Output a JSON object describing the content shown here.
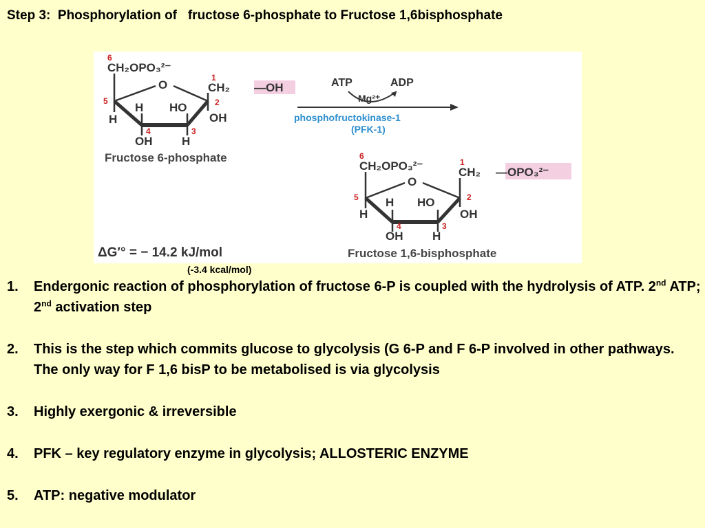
{
  "slide": {
    "title": "Step 3:  Phosphorylation of   fructose 6-phosphate to Fructose 1,6bisphosphate",
    "kcal": "(-3.4 kcal/mol)"
  },
  "figure": {
    "reactant": {
      "name": "Fructose 6-phosphate",
      "c6_group": "CH₂OPO₃²⁻",
      "c1_group": "CH₂",
      "c1_hydroxyl": "—OH",
      "ring_o": "O",
      "num1": "1",
      "num2": "2",
      "num3": "3",
      "num4": "4",
      "num5": "5",
      "num6": "6",
      "h5": "H",
      "h_upper": "H",
      "ho_upper": "HO",
      "oh2": "OH",
      "oh4": "OH",
      "h3": "H"
    },
    "reaction": {
      "atp": "ATP",
      "adp": "ADP",
      "mg": "Mg²⁺",
      "enzyme": "phosphofructokinase-1",
      "enzyme_abbr": "(PFK-1)"
    },
    "product": {
      "name": "Fructose 1,6-bisphosphate",
      "c6_group": "CH₂OPO₃²⁻",
      "c1_group": "CH₂",
      "c1_phosphate": "—OPO₃²⁻",
      "ring_o": "O",
      "num1": "1",
      "num2": "2",
      "num3": "3",
      "num4": "4",
      "num5": "5",
      "num6": "6",
      "h5": "H",
      "h_upper": "H",
      "ho_upper": "HO",
      "oh2": "OH",
      "oh4": "OH",
      "h3": "H"
    },
    "delta_g": "ΔG′° = − 14.2 kJ/mol",
    "colors": {
      "highlight": "#f4cfe1",
      "enzyme": "#2e8fcf",
      "numbers": "#cc2020"
    }
  },
  "points": [
    {
      "num": "1.",
      "text_a": "Endergonic reaction of phosphorylation of fructose 6-P is coupled with the hydrolysis of ATP. 2",
      "sup_a": "nd",
      "text_b": " ATP; 2",
      "sup_b": "nd",
      "text_c": " activation step"
    },
    {
      "num": "2.",
      "text": "This is the step which commits glucose to glycolysis (G 6-P and F 6-P involved in other pathways. The only way for F 1,6 bisP to be metabolised is via glycolysis"
    },
    {
      "num": "3.",
      "text": "Highly exergonic & irreversible"
    },
    {
      "num": "4.",
      "text": "PFK – key regulatory enzyme in glycolysis; ALLOSTERIC ENZYME"
    },
    {
      "num": "5.",
      "text": "ATP: negative modulator"
    }
  ]
}
